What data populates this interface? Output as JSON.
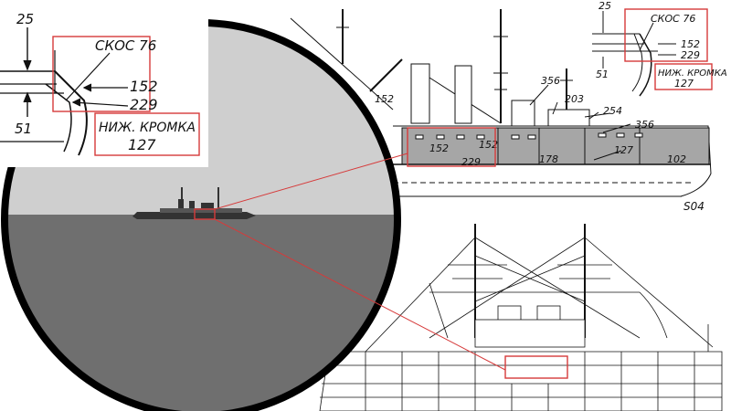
{
  "inset_large": {
    "bevel_label": "СКОС 76",
    "values": [
      "25",
      "152",
      "229",
      "51"
    ],
    "lower_edge_label": "НИЖ. КРОМКА",
    "lower_edge_value": "127"
  },
  "inset_small": {
    "bevel_label": "СКОС 76",
    "values": [
      "25",
      "152",
      "229",
      "51"
    ],
    "lower_edge_label": "НИЖ. КРОМКА",
    "lower_edge_value": "127"
  },
  "profile": {
    "armor_labels": [
      "152",
      "356",
      "203",
      "254",
      "356",
      "152",
      "152",
      "229",
      "178",
      "127",
      "102"
    ],
    "sheet_code": "S04"
  },
  "colors": {
    "highlight": "#d63a3a",
    "sea": "#6f6f6f",
    "sky": "#cfcfcf",
    "armor": "#a6a6a6",
    "ink": "#111111"
  }
}
